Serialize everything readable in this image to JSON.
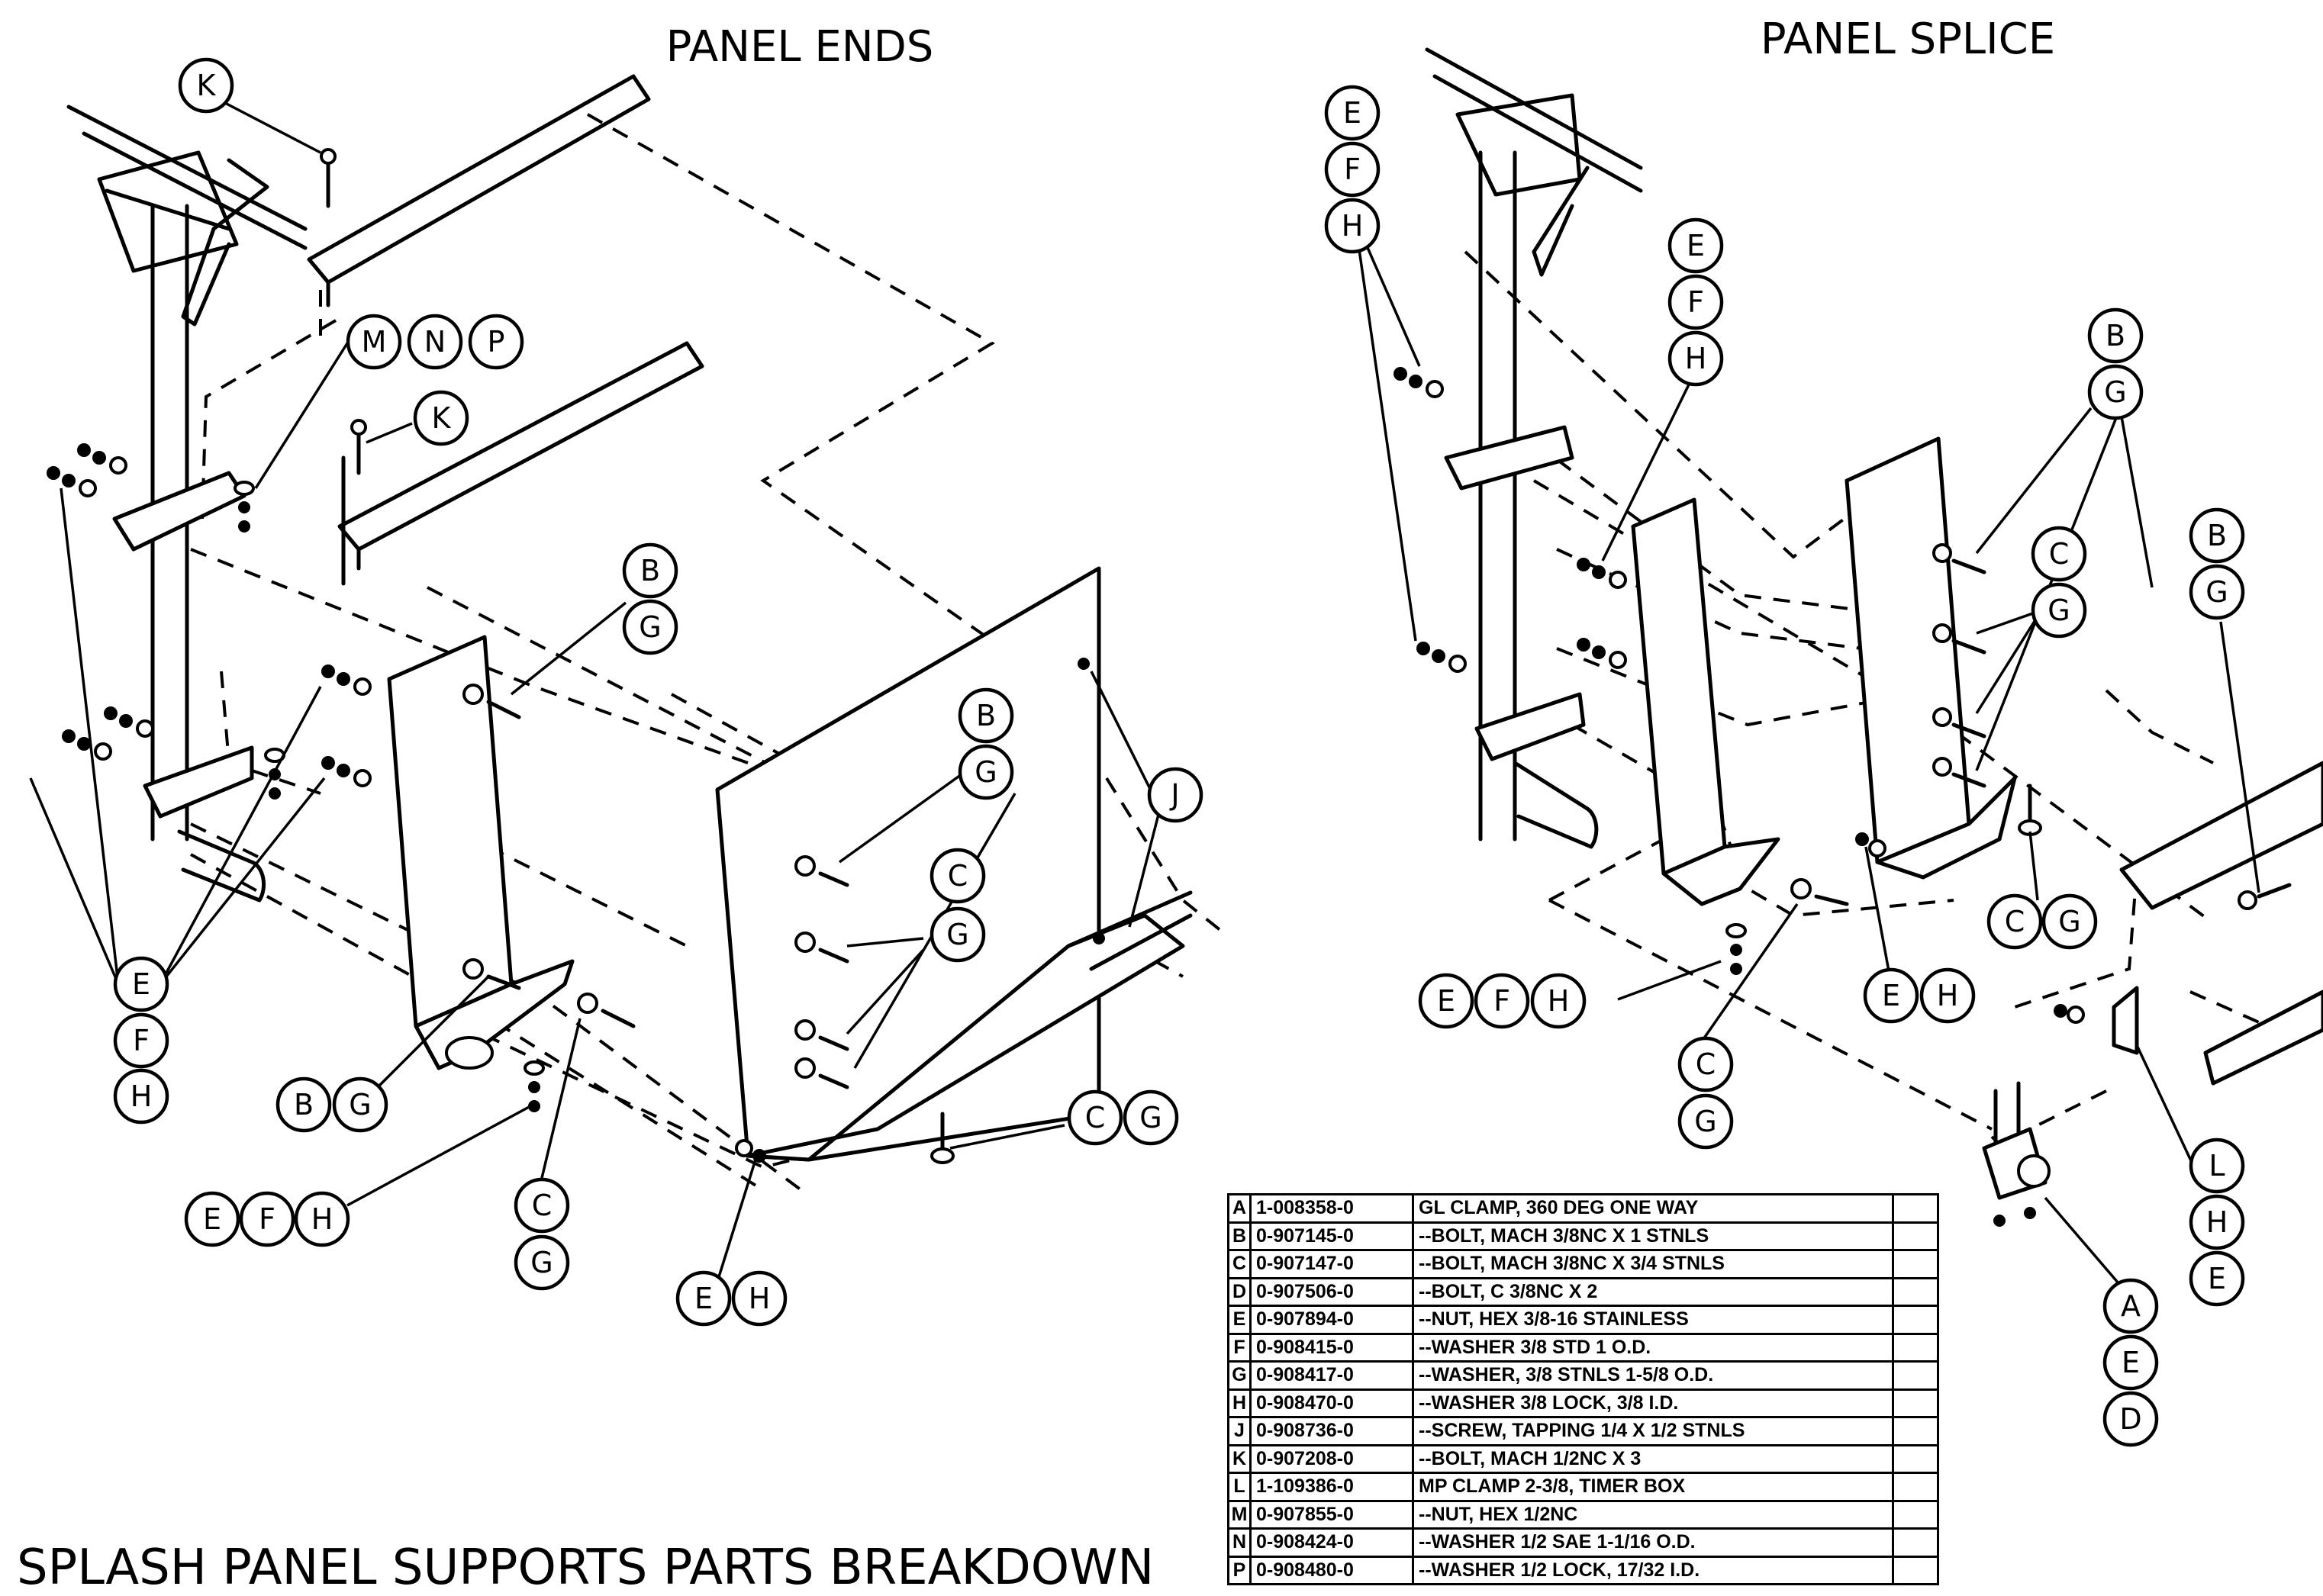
{
  "titles": {
    "panel_ends": "PANEL ENDS",
    "panel_splice": "PANEL SPLICE",
    "main": "SPLASH PANEL SUPPORTS PARTS BREAKDOWN"
  },
  "callouts": {
    "panel_ends": [
      "K",
      "M",
      "N",
      "P",
      "K",
      "B",
      "G",
      "B",
      "G",
      "C",
      "G",
      "J",
      "E",
      "F",
      "H",
      "B",
      "G",
      "E",
      "F",
      "H",
      "C",
      "G",
      "C",
      "G",
      "E",
      "H"
    ],
    "panel_splice": [
      "E",
      "F",
      "H",
      "E",
      "F",
      "H",
      "B",
      "G",
      "C",
      "G",
      "B",
      "G",
      "E",
      "F",
      "H",
      "E",
      "H",
      "C",
      "G",
      "C",
      "G",
      "L",
      "H",
      "E",
      "A",
      "E",
      "D"
    ]
  },
  "parts_list": [
    {
      "key": "A",
      "part": "1-008358-0",
      "description": "GL CLAMP, 360 DEG ONE WAY"
    },
    {
      "key": "B",
      "part": "0-907145-0",
      "description": "--BOLT, MACH 3/8NC X 1 STNLS"
    },
    {
      "key": "C",
      "part": "0-907147-0",
      "description": "--BOLT, MACH 3/8NC X 3/4 STNLS"
    },
    {
      "key": "D",
      "part": "0-907506-0",
      "description": "--BOLT, C 3/8NC X 2"
    },
    {
      "key": "E",
      "part": "0-907894-0",
      "description": "--NUT, HEX 3/8-16 STAINLESS"
    },
    {
      "key": "F",
      "part": "0-908415-0",
      "description": "--WASHER 3/8 STD 1 O.D."
    },
    {
      "key": "G",
      "part": "0-908417-0",
      "description": "--WASHER, 3/8 STNLS 1-5/8 O.D."
    },
    {
      "key": "H",
      "part": "0-908470-0",
      "description": "--WASHER 3/8 LOCK, 3/8 I.D."
    },
    {
      "key": "J",
      "part": "0-908736-0",
      "description": "--SCREW, TAPPING 1/4 X 1/2 STNLS"
    },
    {
      "key": "K",
      "part": "0-907208-0",
      "description": "--BOLT, MACH 1/2NC X 3"
    },
    {
      "key": "L",
      "part": "1-109386-0",
      "description": "MP CLAMP 2-3/8, TIMER BOX"
    },
    {
      "key": "M",
      "part": "0-907855-0",
      "description": "--NUT, HEX 1/2NC"
    },
    {
      "key": "N",
      "part": "0-908424-0",
      "description": "--WASHER 1/2 SAE 1-1/16 O.D."
    },
    {
      "key": "P",
      "part": "0-908480-0",
      "description": "--WASHER 1/2 LOCK, 17/32 I.D."
    }
  ]
}
